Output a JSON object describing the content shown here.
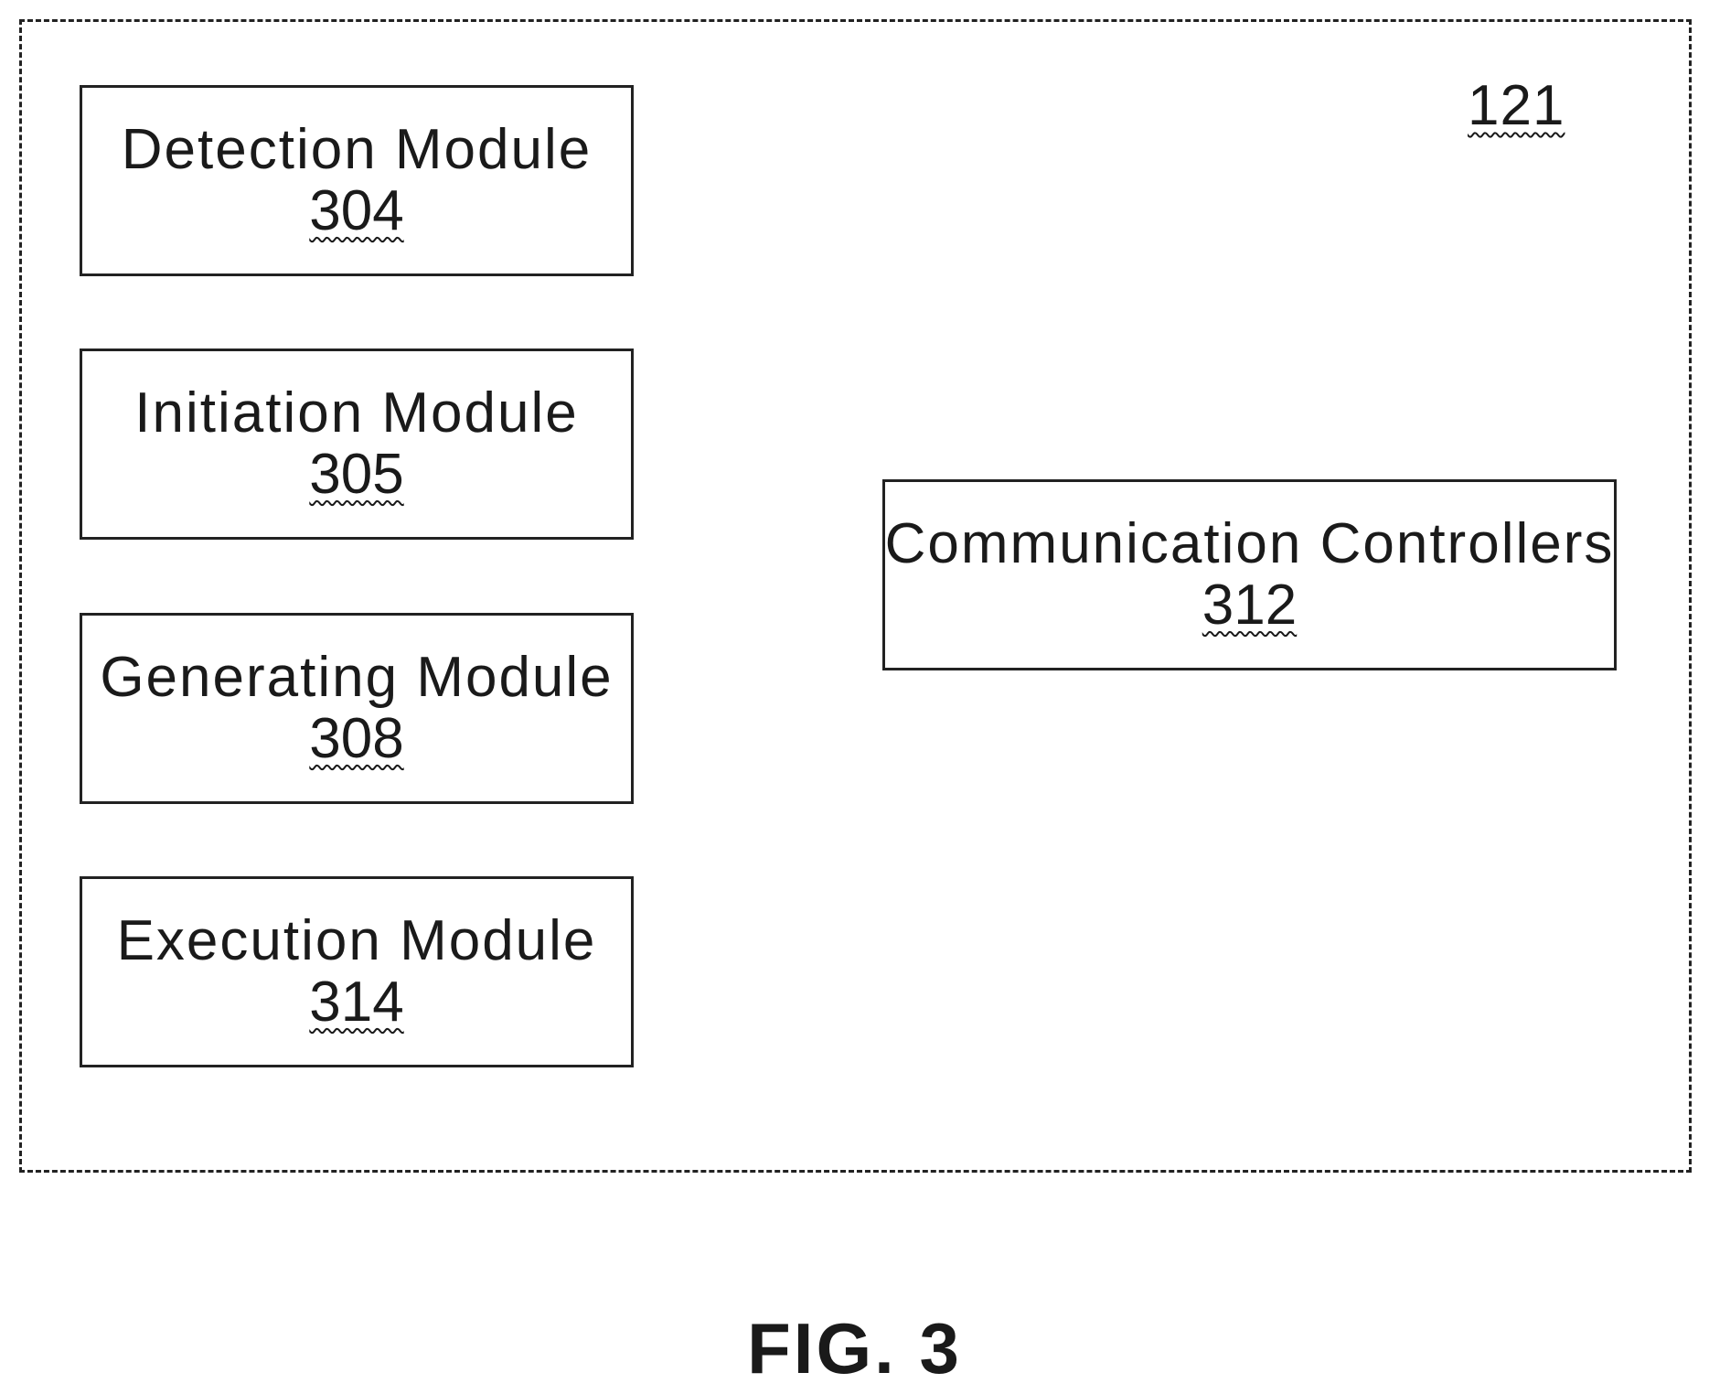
{
  "diagram": {
    "container_ref": "121",
    "modules": [
      {
        "name": "Detection Module",
        "number": "304"
      },
      {
        "name": "Initiation Module",
        "number": "305"
      },
      {
        "name": "Generating Module",
        "number": "308"
      },
      {
        "name": "Execution Module",
        "number": "314"
      }
    ],
    "controller": {
      "name": "Communication Controllers",
      "number": "312"
    }
  },
  "caption": "FIG. 3"
}
